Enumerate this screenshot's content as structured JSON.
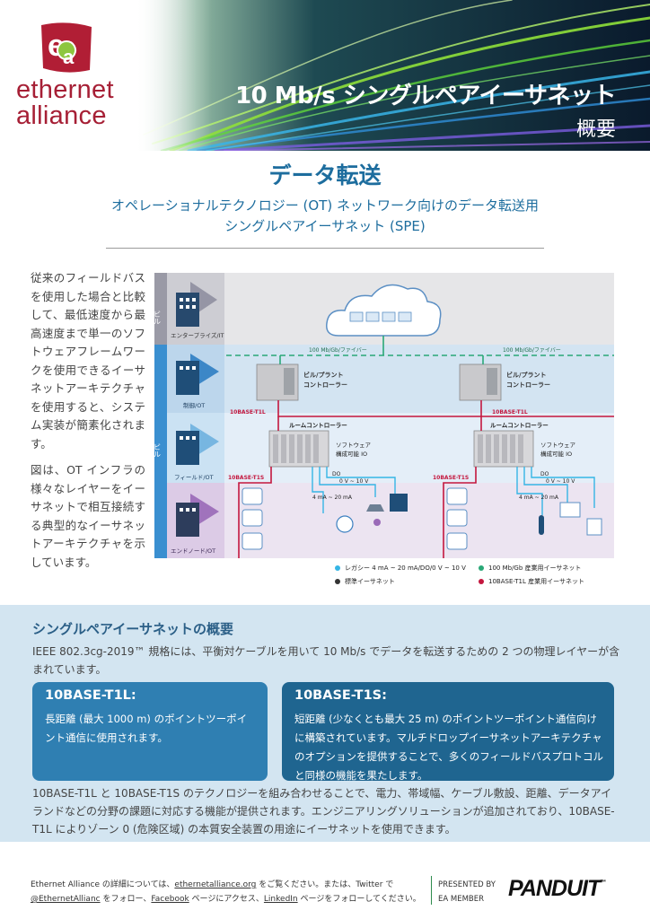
{
  "header": {
    "logo_mark": "ea",
    "logo_line1": "ethernet",
    "logo_line2": "alliance",
    "title": "10 Mb/s シングルペアイーサネット",
    "subtitle": "概要"
  },
  "section": {
    "title": "データ転送",
    "subtitle_line1": "オペレーショナルテクノロジー (OT) ネットワーク向けのデータ転送用",
    "subtitle_line2": "シングルペアイーサネット (SPE)"
  },
  "side_text": {
    "p1": "従来のフィールドバスを使用した場合と比較して、最低速度から最高速度まで単一のソフトウェアフレームワークを使用できるイーサネットアーキテクチャを使用すると、システム実装が簡素化されます。",
    "p2": "図は、OT インフラの様々なレイヤーをイーサネットで相互接続する典型的なイーサネットアーキテクチャを示しています。"
  },
  "diagram": {
    "layer_enterprise": "エンタープライズ/IT",
    "layer_control": "制御/OT",
    "layer_field": "フィールド/OT",
    "layer_endnode": "エンドノード/OT",
    "building_top": "ビル",
    "building_mid": "ビル",
    "fiber_left": "100 Mb/Gb/ファイバー",
    "fiber_right": "100 Mb/Gb/ファイバー",
    "plant_controller_l1": "ビル/プラント",
    "plant_controller_l2": "コントローラー",
    "t1l_left": "10BASE-T1L",
    "t1l_right": "10BASE-T1L",
    "room_controller": "ルームコントローラー",
    "software_l1": "ソフトウェア",
    "software_l2": "構成可能 IO",
    "t1s_left": "10BASE-T1S",
    "t1s_right": "10BASE-T1S",
    "do_label": "DO",
    "v_range": "0 V ~ 10 V",
    "ma_range": "4 mA ~ 20 mA"
  },
  "legend": {
    "legacy": "レガシー 4 mA ~ 20 mA/DO/0 V ~ 10 V",
    "standard": "標準イーサネット",
    "industrial_100": "100 Mb/Gb 産業用イーサネット",
    "industrial_t1l": "10BASE-T1L 産業用イーサネット",
    "colors": {
      "legacy": "#35b5e5",
      "standard": "#333333",
      "industrial_100": "#2aa877",
      "industrial_t1l": "#c4173e"
    }
  },
  "overview": {
    "title": "シングルペアイーサネットの概要",
    "intro": "IEEE 802.3cg-2019™ 規格には、平衡対ケーブルを用いて 10 Mb/s でデータを転送するための 2 つの物理レイヤーが含まれています。",
    "card1_title": "10BASE-T1L:",
    "card1_body": "長距離 (最大 1000 m) のポイントツーポイント通信に使用されます。",
    "card2_title": "10BASE-T1S:",
    "card2_body": "短距離 (少なくとも最大 25 m) のポイントツーポイント通信向けに構築されています。マルチドロップイーサネットアーキテクチャのオプションを提供することで、多くのフィールドバスプロトコルと同様の機能を果たします。",
    "outro": "10BASE-T1L と 10BASE-T1S のテクノロジーを組み合わせることで、電力、帯域幅、ケーブル敷設、距離、データアイランドなどの分野の課題に対応する機能が提供されます。エンジニアリングソリューションが追加されており、10BASE-T1L によりゾーン 0 (危険区域) の本質安全装置の用途にイーサネットを使用できます。"
  },
  "footer": {
    "t1": "Ethernet Alliance の詳細については、",
    "link1": "ethernetalliance.org",
    "t2": " をご覧ください。または、Twitter で",
    "link2": "@EthernetAllianc",
    "t3": " をフォロー、",
    "link3": "Facebook",
    "t4": " ページにアクセス、",
    "link4": "LinkedIn",
    "t5": " ページをフォローしてください。",
    "presented_line1": "PRESENTED BY",
    "presented_line2": "EA MEMBER",
    "sponsor": "PANDUIT",
    "sponsor_tm": "™"
  }
}
